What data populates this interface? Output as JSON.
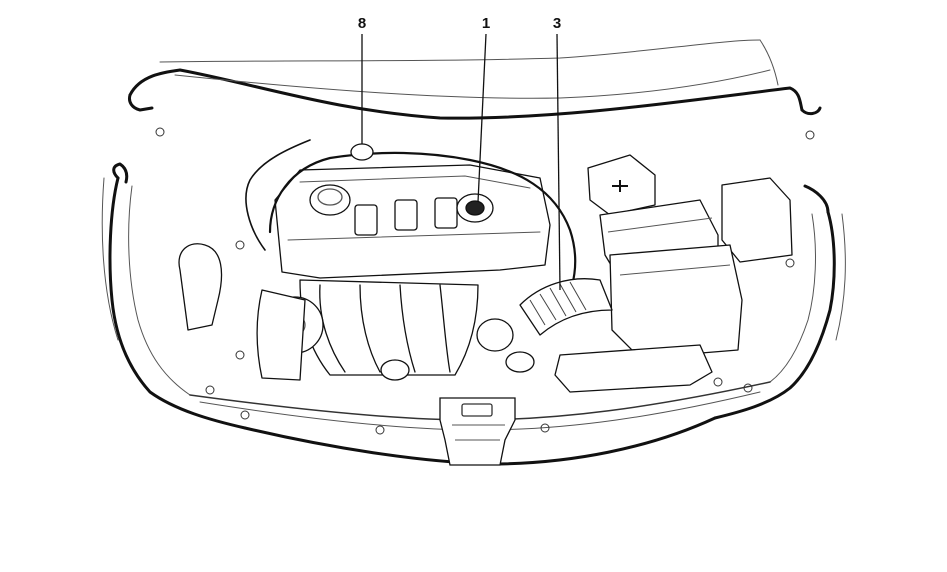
{
  "callouts": [
    {
      "number": "8"
    },
    {
      "number": "1"
    },
    {
      "number": "3"
    }
  ],
  "colors": {
    "line": "#111111",
    "detail": "#555555",
    "fill": "#ffffff"
  }
}
